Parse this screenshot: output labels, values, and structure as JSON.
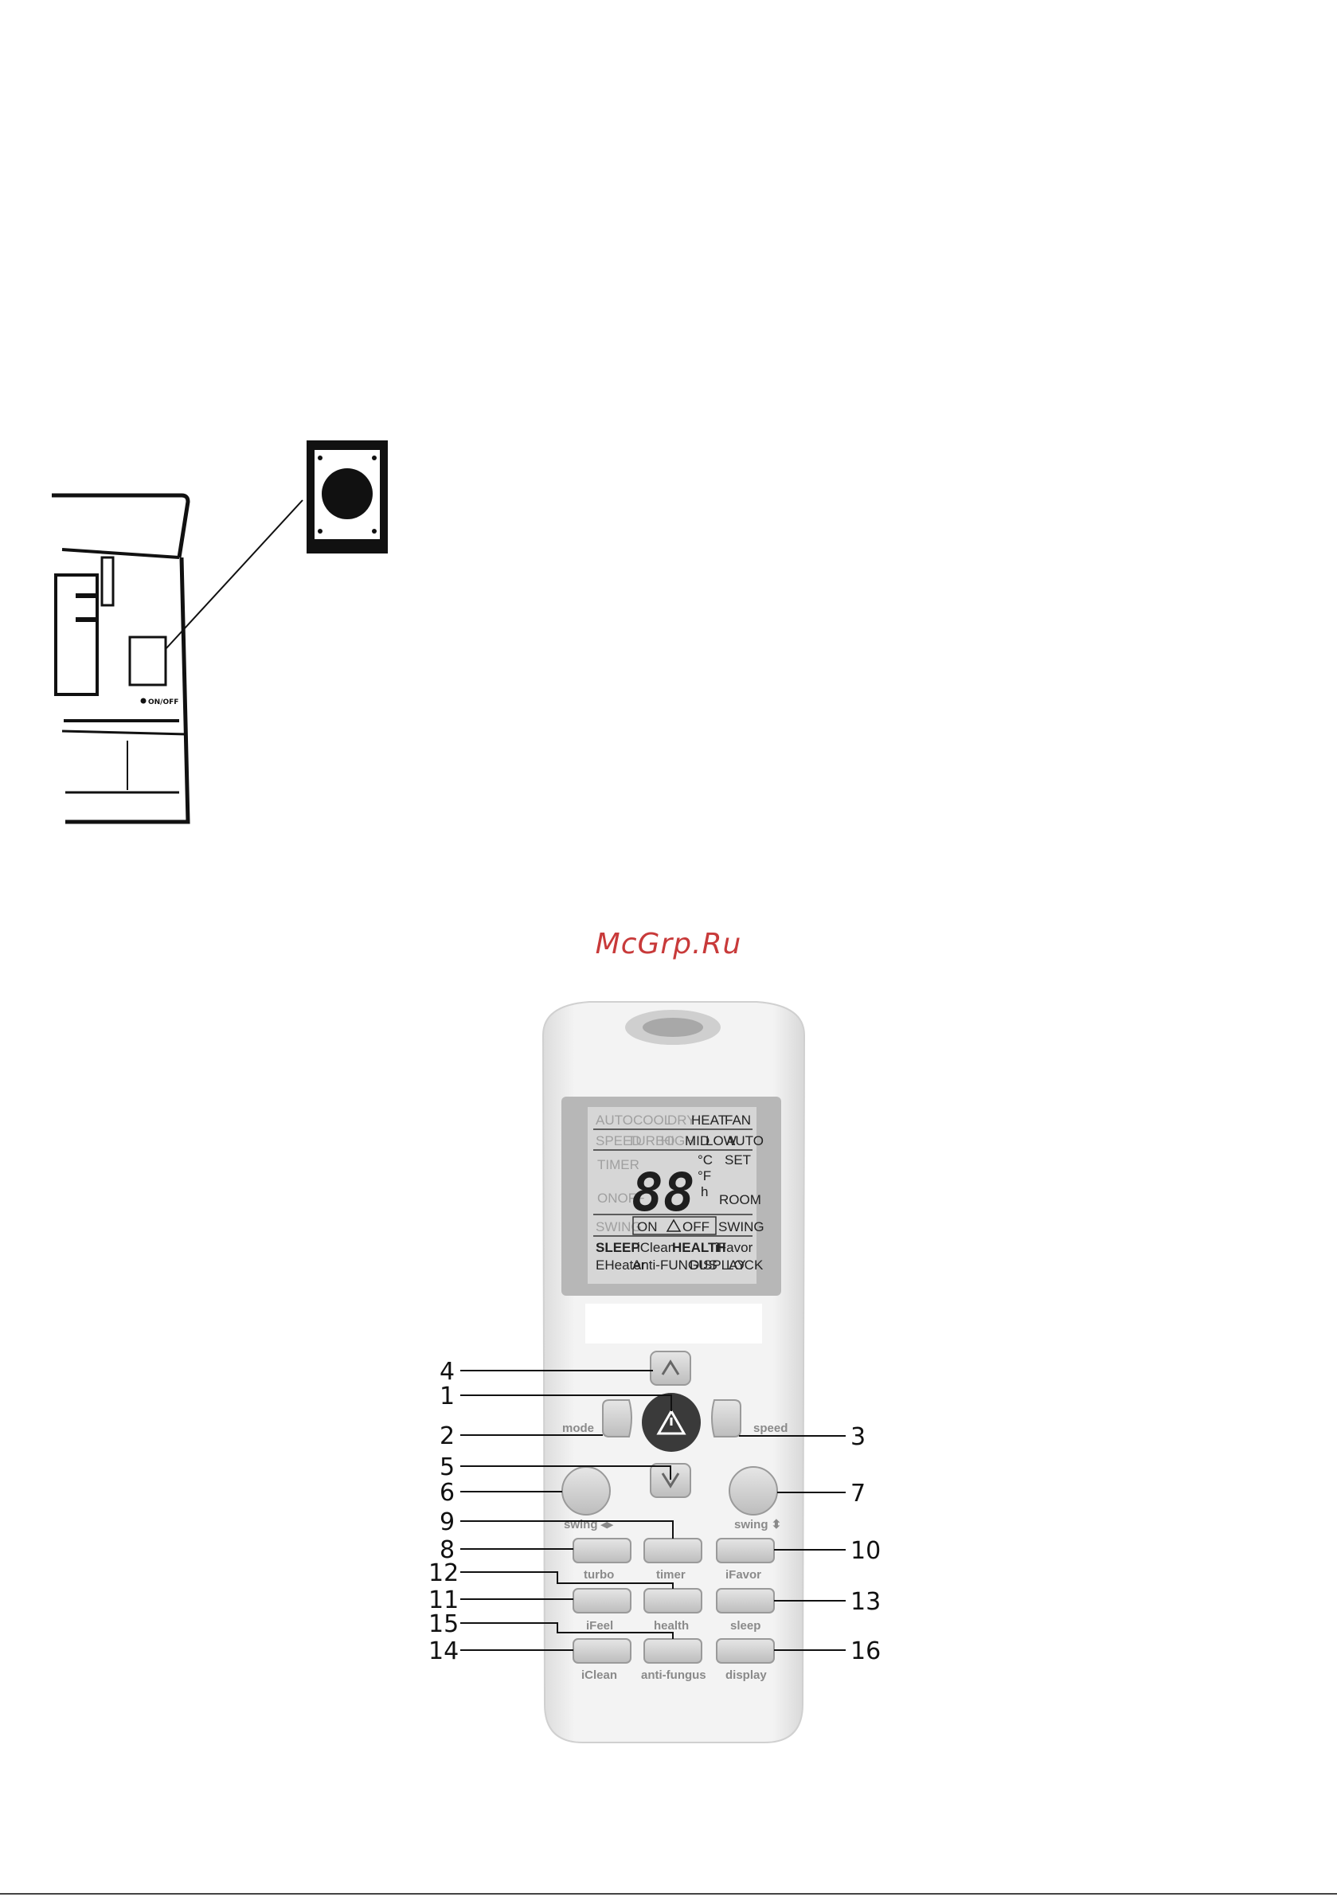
{
  "watermark": "McGrp.Ru",
  "indoor_unit": {
    "onoff_label": "ON/OFF"
  },
  "remote": {
    "lcd": {
      "row1": [
        "AUTO",
        "COOL",
        "DRY",
        "HEAT",
        "FAN"
      ],
      "row2": [
        "SPEED",
        "TURBO",
        "HIGH",
        "MID",
        "LOW",
        "AUTO"
      ],
      "timer": "TIMER",
      "onoff": "ONOFF",
      "digits": "88",
      "unit_c": "°C",
      "unit_f": "°F",
      "unit_h": "h",
      "set": "SET",
      "room": "ROOM",
      "row_swing": [
        "SWING",
        "ON",
        "OFF",
        "SWING"
      ],
      "row_modes1": [
        "SLEEP",
        "iClean",
        "HEALTH",
        "iFavor"
      ],
      "row_modes2": [
        "EHeater",
        "Anti-FUNGUS",
        "DISPLAY",
        "LOCK"
      ]
    },
    "buttons": {
      "mode": "mode",
      "speed": "speed",
      "swing_h": "swing ◂▸",
      "swing_v": "swing ⬍",
      "turbo": "turbo",
      "timer": "timer",
      "ifavor": "iFavor",
      "ifeel": "iFeel",
      "health": "health",
      "sleep": "sleep",
      "iclean": "iClean",
      "antifungus": "anti-fungus",
      "display": "display"
    },
    "callouts": [
      "1",
      "2",
      "3",
      "4",
      "5",
      "6",
      "7",
      "8",
      "9",
      "10",
      "11",
      "12",
      "13",
      "14",
      "15",
      "16"
    ]
  }
}
